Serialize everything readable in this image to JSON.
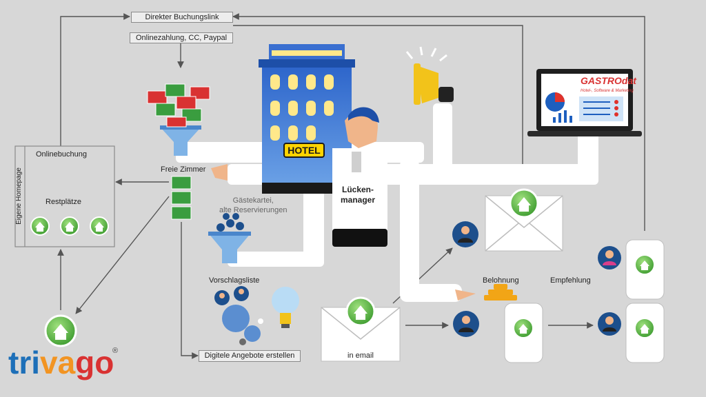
{
  "labels": {
    "direct_booking_link": "Direkter Buchungslink",
    "online_payment": "Onlinezahlung, CC, Paypal",
    "online_booking": "Onlinebuchung",
    "own_homepage": "Eigene Homepage",
    "remaining_places": "Restplätze",
    "free_rooms": "Freie Zimmer",
    "guest_file_line1": "Gästekartei,",
    "guest_file_line2": "alte Reservierungen",
    "suggestion_list": "Vorschlagsliste",
    "digital_offers": "Digitele Angebote erstellen",
    "gap_manager_line1": "Lücken-",
    "gap_manager_line2": "manager",
    "reward": "Belohnung",
    "recommendation": "Empfehlung",
    "in_email": "in email"
  },
  "hotel": {
    "sign": "HOTEL"
  },
  "logo": {
    "trivago_part1": "tri",
    "trivago_part2": "va",
    "trivago_part3": "go",
    "trivago_registered": "®",
    "gastrodat_name": "GASTROdat",
    "gastrodat_tagline": "Hotel-, Software & Marketing"
  },
  "colors": {
    "background": "#d7d7d7",
    "trivago_blue": "#1d6fb8",
    "trivago_orange": "#f29422",
    "trivago_red": "#d93232",
    "house_green": "#3b9a2e",
    "hotel_blue": "#2a62c9"
  }
}
